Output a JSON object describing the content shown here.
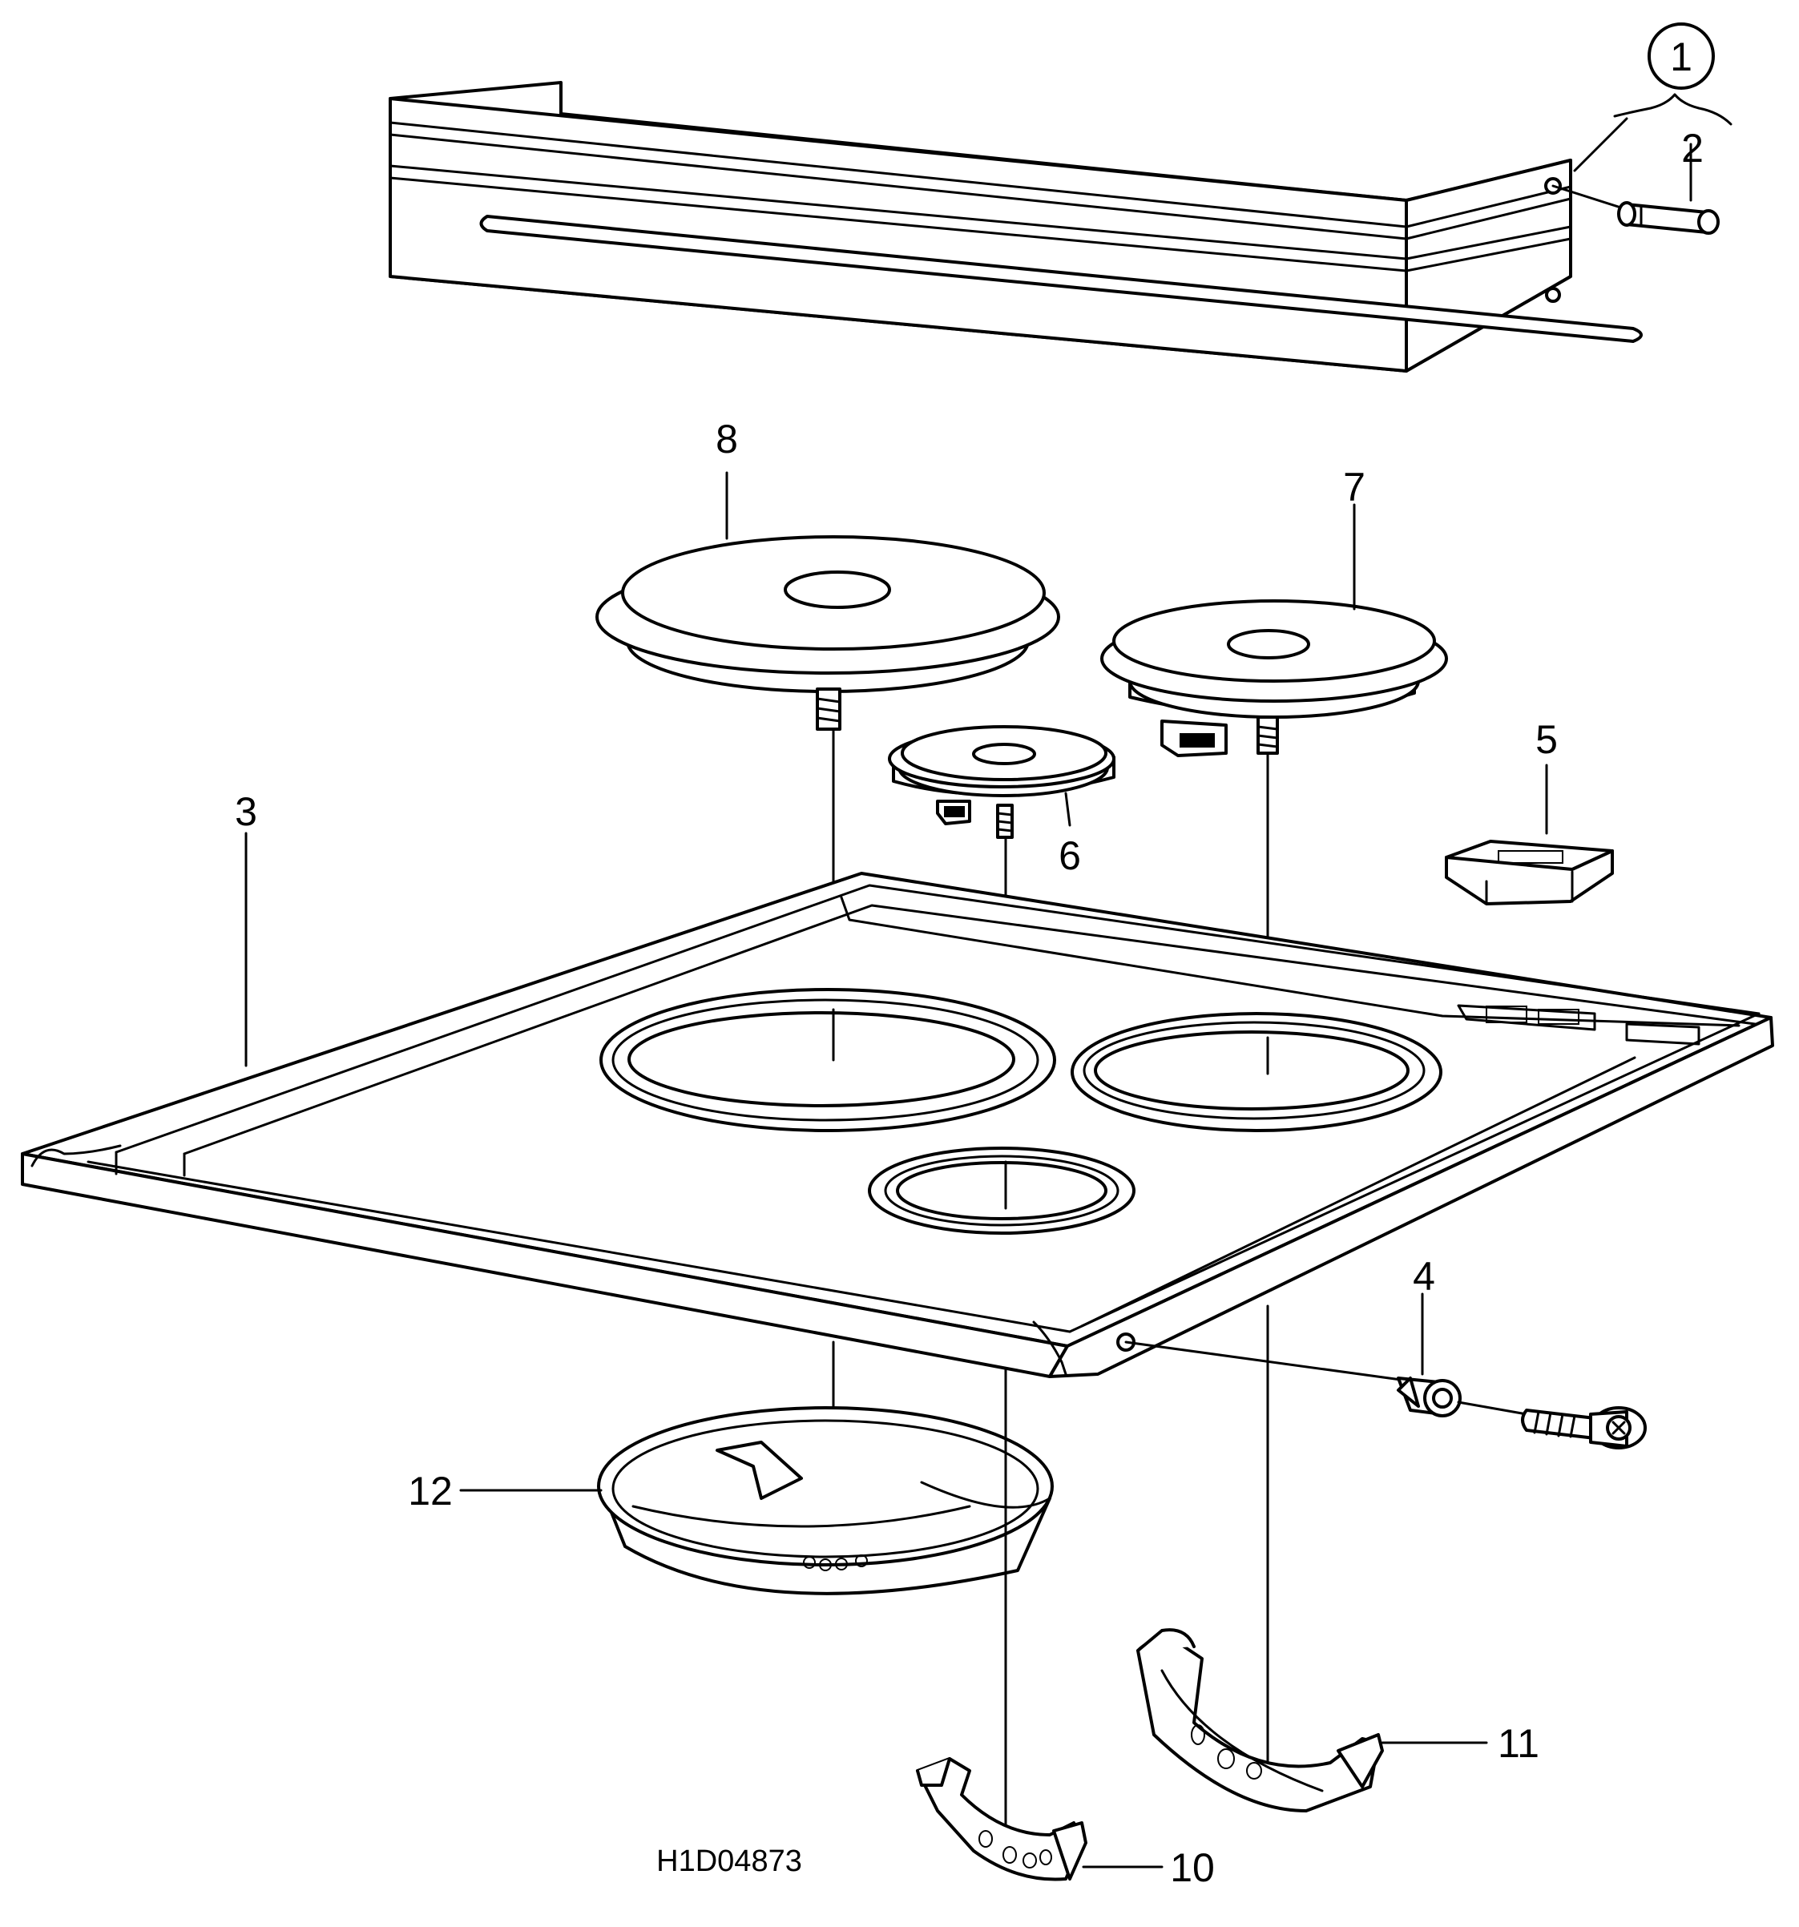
{
  "diagram_code": "H1D04873",
  "callouts": [
    {
      "id": "c1",
      "text": "1",
      "circled": true
    },
    {
      "id": "c2",
      "text": "2"
    },
    {
      "id": "c3",
      "text": "3"
    },
    {
      "id": "c4",
      "text": "4"
    },
    {
      "id": "c5",
      "text": "5"
    },
    {
      "id": "c6",
      "text": "6"
    },
    {
      "id": "c7",
      "text": "7"
    },
    {
      "id": "c8",
      "text": "8"
    },
    {
      "id": "c10",
      "text": "10"
    },
    {
      "id": "c11",
      "text": "11"
    },
    {
      "id": "c12",
      "text": "12"
    }
  ]
}
